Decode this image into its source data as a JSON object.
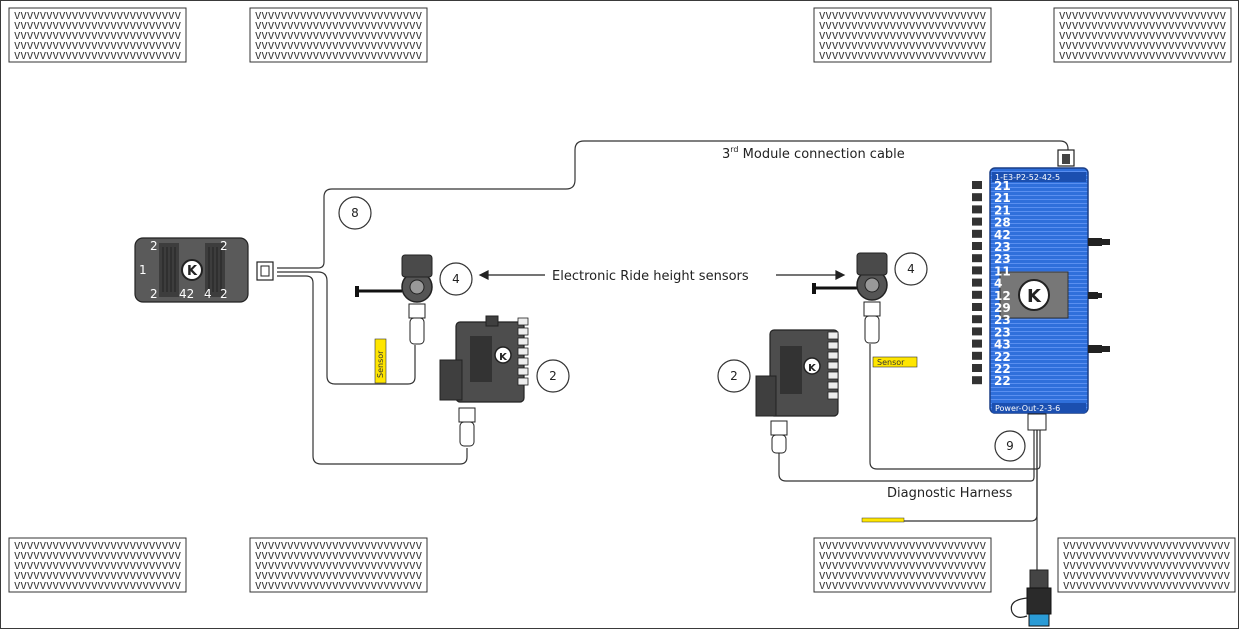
{
  "labels": {
    "module_cable_prefix": "3",
    "module_cable_sup": "rd",
    "module_cable_suffix": " Module connection cable",
    "ride_height": "Electronic Ride height sensors",
    "diagnostic": "Diagnostic Harness",
    "sensor_tag": "Sensor"
  },
  "callouts": {
    "c8": "8",
    "c4_left": "4",
    "c4_right": "4",
    "c2_left": "2",
    "c2_right": "2",
    "c9": "9"
  },
  "controller": {
    "pin_1": "1",
    "pin_top_left": "2",
    "pin_top_right": "2",
    "pin_bottom_1": "2",
    "pin_bottom_2": "42",
    "pin_bottom_3": "4",
    "pin_bottom_4": "2"
  },
  "module": {
    "header": "1-E3-P2-52-42-5",
    "footer": "Power-Out-2-3-6",
    "pins": [
      "21",
      "21",
      "21",
      "28",
      "42",
      "23",
      "23",
      "11",
      "4",
      "12",
      "29",
      "23",
      "23",
      "43",
      "22",
      "22",
      "22"
    ]
  },
  "tire_pattern": "VVVVVVVVVVVVVVVVVVVVVVVVVV",
  "colors": {
    "module_blue": "#2f6fdb",
    "sensor_yellow": "#ffe600",
    "connector_teal": "#2a9bd6"
  }
}
